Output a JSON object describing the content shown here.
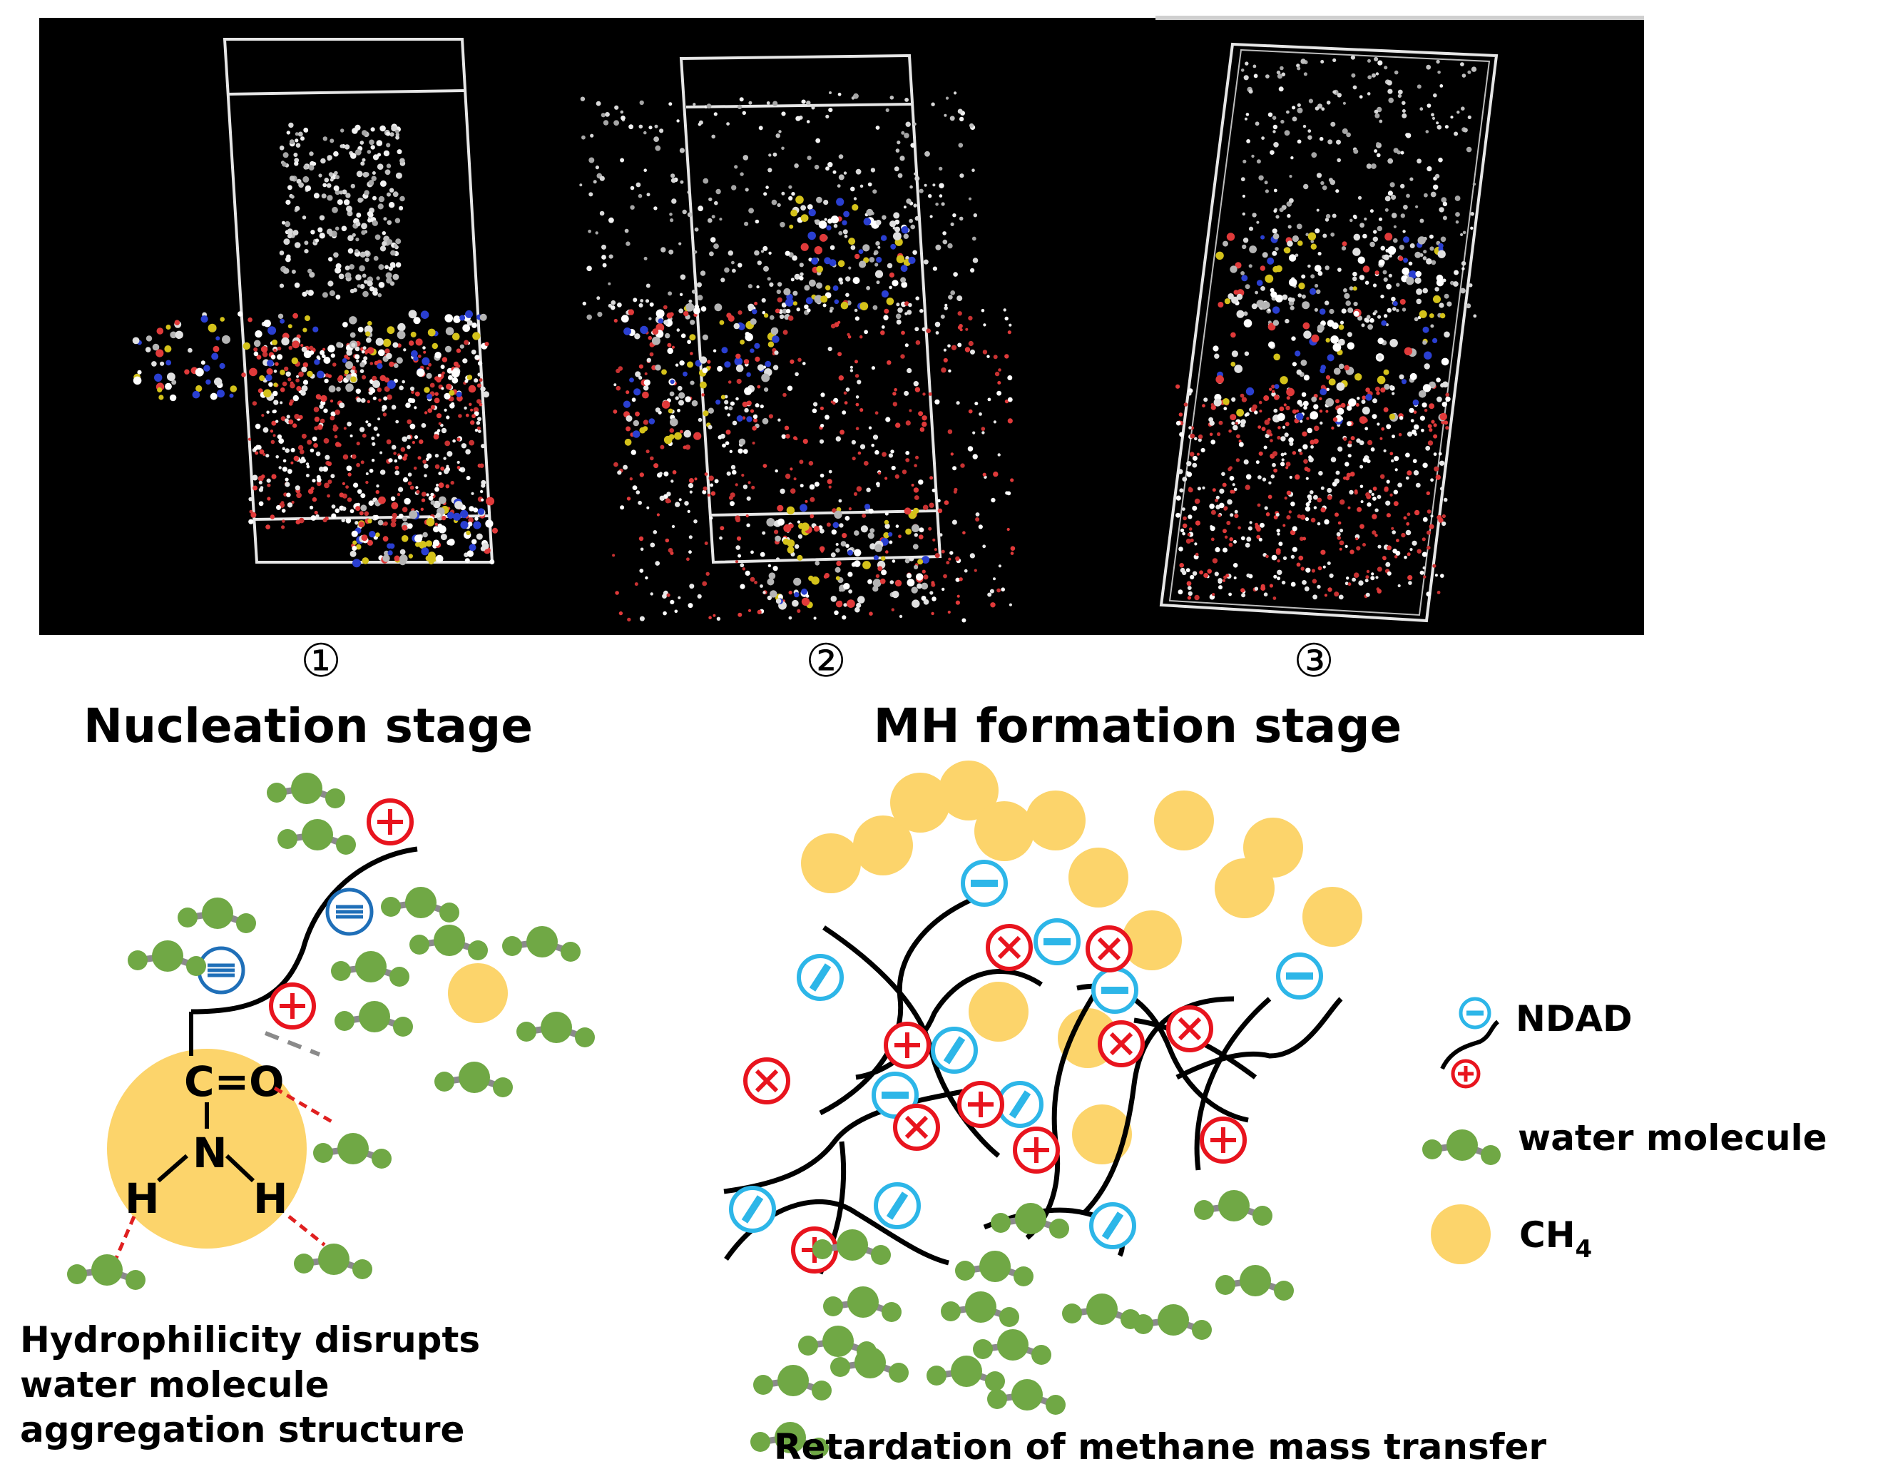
{
  "panels": [
    {
      "number": "①"
    },
    {
      "number": "②"
    },
    {
      "number": "③"
    }
  ],
  "titles": {
    "nucleation": "Nucleation stage",
    "formation": "MH formation stage"
  },
  "nucleation_chem": {
    "carbonyl": "C=O",
    "nitrogen": "N",
    "h_left": "H",
    "h_right": "H"
  },
  "captions": {
    "left": [
      "Hydrophilicity disrupts",
      "water molecule",
      "aggregation structure"
    ],
    "right": "Retardation of methane mass transfer"
  },
  "legend": {
    "ndad": "NDAD",
    "water": "water molecule",
    "ch4_main": "CH",
    "ch4_sub": "4"
  },
  "colors": {
    "sim_background": "#000000",
    "ch4": "#FCD46B",
    "water": "#70A845",
    "bond": "#8A8A8A",
    "anion_blue": "#1F6FB8",
    "anion_cyan": "#2DB6E8",
    "cation_red": "#E8141E",
    "hbond": "#E02020"
  }
}
